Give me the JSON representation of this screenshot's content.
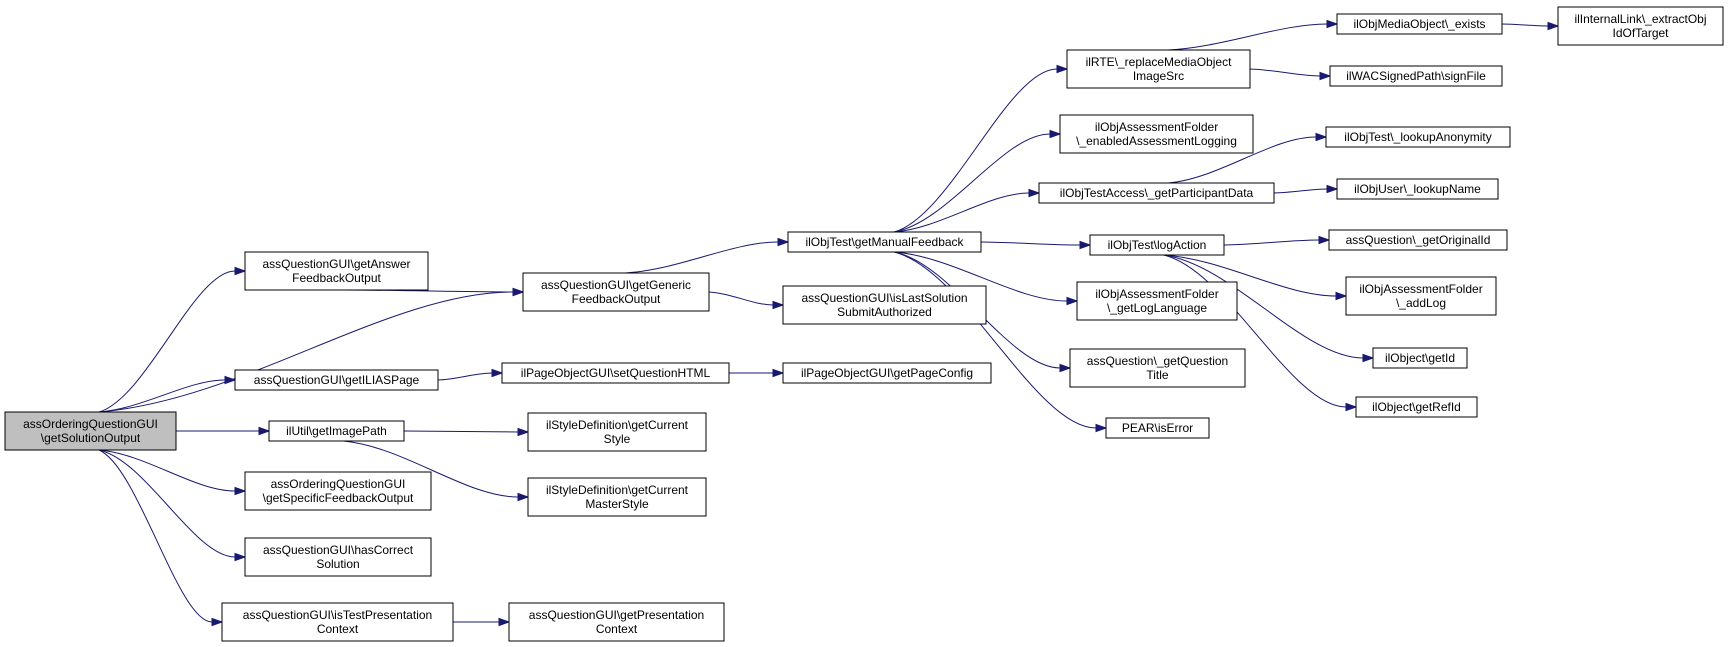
{
  "nodes": [
    {
      "id": "n0",
      "lines": [
        "assOrderingQuestionGUI",
        "\\getSolutionOutput"
      ],
      "root": true
    },
    {
      "id": "n1",
      "lines": [
        "assQuestionGUI\\getAnswer",
        "FeedbackOutput"
      ]
    },
    {
      "id": "n2",
      "lines": [
        "assQuestionGUI\\getGeneric",
        "FeedbackOutput"
      ]
    },
    {
      "id": "n3",
      "lines": [
        "ilObjTest\\getManualFeedback"
      ]
    },
    {
      "id": "n4",
      "lines": [
        "ilRTE\\_replaceMediaObject",
        "ImageSrc"
      ]
    },
    {
      "id": "n5",
      "lines": [
        "ilObjMediaObject\\_exists"
      ]
    },
    {
      "id": "n6",
      "lines": [
        "ilInternalLink\\_extractObj",
        "IdOfTarget"
      ]
    },
    {
      "id": "n7",
      "lines": [
        "ilWACSignedPath\\signFile"
      ]
    },
    {
      "id": "n8",
      "lines": [
        "ilObjAssessmentFolder",
        "\\_enabledAssessmentLogging"
      ]
    },
    {
      "id": "n9",
      "lines": [
        "ilObjTestAccess\\_getParticipantData"
      ]
    },
    {
      "id": "n10",
      "lines": [
        "ilObjTest\\_lookupAnonymity"
      ]
    },
    {
      "id": "n11",
      "lines": [
        "ilObjUser\\_lookupName"
      ]
    },
    {
      "id": "n12",
      "lines": [
        "ilObjTest\\logAction"
      ]
    },
    {
      "id": "n13",
      "lines": [
        "assQuestion\\_getOriginalId"
      ]
    },
    {
      "id": "n14",
      "lines": [
        "ilObjAssessmentFolder",
        "\\_addLog"
      ]
    },
    {
      "id": "n15",
      "lines": [
        "ilObject\\getId"
      ]
    },
    {
      "id": "n16",
      "lines": [
        "ilObject\\getRefId"
      ]
    },
    {
      "id": "n17",
      "lines": [
        "ilObjAssessmentFolder",
        "\\_getLogLanguage"
      ]
    },
    {
      "id": "n18",
      "lines": [
        "assQuestion\\_getQuestion",
        "Title"
      ]
    },
    {
      "id": "n19",
      "lines": [
        "PEAR\\isError"
      ]
    },
    {
      "id": "n20",
      "lines": [
        "assQuestionGUI\\isLastSolution",
        "SubmitAuthorized"
      ]
    },
    {
      "id": "n21",
      "lines": [
        "assQuestionGUI\\getILIASPage"
      ]
    },
    {
      "id": "n22",
      "lines": [
        "ilPageObjectGUI\\setQuestionHTML"
      ]
    },
    {
      "id": "n23",
      "lines": [
        "ilPageObjectGUI\\getPageConfig"
      ]
    },
    {
      "id": "n24",
      "lines": [
        "ilUtil\\getImagePath"
      ]
    },
    {
      "id": "n25",
      "lines": [
        "ilStyleDefinition\\getCurrent",
        "Style"
      ]
    },
    {
      "id": "n26",
      "lines": [
        "ilStyleDefinition\\getCurrent",
        "MasterStyle"
      ]
    },
    {
      "id": "n27",
      "lines": [
        "assOrderingQuestionGUI",
        "\\getSpecificFeedbackOutput"
      ]
    },
    {
      "id": "n28",
      "lines": [
        "assQuestionGUI\\hasCorrect",
        "Solution"
      ]
    },
    {
      "id": "n29",
      "lines": [
        "assQuestionGUI\\isTestPresentation",
        "Context"
      ]
    },
    {
      "id": "n30",
      "lines": [
        "assQuestionGUI\\getPresentation",
        "Context"
      ]
    }
  ],
  "edges": [
    [
      "n0",
      "n1"
    ],
    [
      "n0",
      "n2"
    ],
    [
      "n0",
      "n21"
    ],
    [
      "n0",
      "n24"
    ],
    [
      "n0",
      "n27"
    ],
    [
      "n0",
      "n28"
    ],
    [
      "n0",
      "n29"
    ],
    [
      "n1",
      "n2"
    ],
    [
      "n2",
      "n3"
    ],
    [
      "n2",
      "n20"
    ],
    [
      "n3",
      "n4"
    ],
    [
      "n3",
      "n8"
    ],
    [
      "n3",
      "n9"
    ],
    [
      "n3",
      "n12"
    ],
    [
      "n3",
      "n17"
    ],
    [
      "n3",
      "n18"
    ],
    [
      "n3",
      "n19"
    ],
    [
      "n4",
      "n5"
    ],
    [
      "n4",
      "n7"
    ],
    [
      "n5",
      "n6"
    ],
    [
      "n9",
      "n10"
    ],
    [
      "n9",
      "n11"
    ],
    [
      "n12",
      "n13"
    ],
    [
      "n12",
      "n14"
    ],
    [
      "n12",
      "n15"
    ],
    [
      "n12",
      "n16"
    ],
    [
      "n21",
      "n22"
    ],
    [
      "n22",
      "n23"
    ],
    [
      "n24",
      "n25"
    ],
    [
      "n24",
      "n26"
    ],
    [
      "n29",
      "n30"
    ]
  ]
}
